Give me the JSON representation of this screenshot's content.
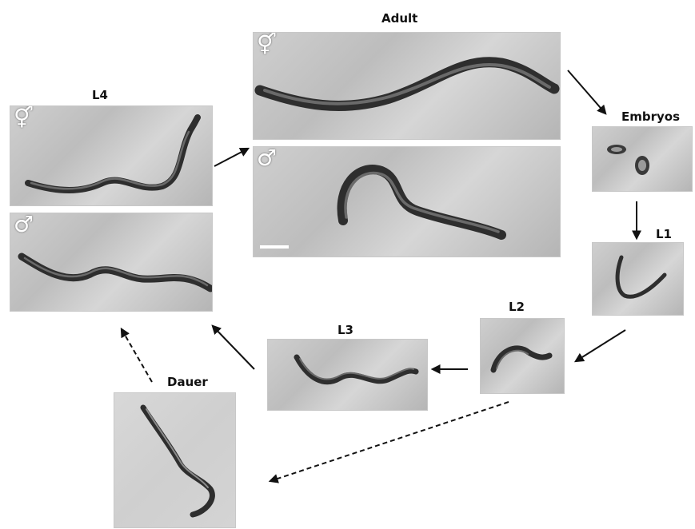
{
  "colors": {
    "arrow": "#111111",
    "worm_body": "#2e2e2e",
    "worm_gut": "#6a6a6a",
    "panel_bg": "#c4c4c4"
  },
  "labels": {
    "adult": "Adult",
    "l4": "L4",
    "embryos": "Embryos",
    "l1": "L1",
    "l2": "L2",
    "l3": "L3",
    "dauer": "Dauer"
  },
  "symbols": {
    "hermaphrodite": "⚥",
    "male": "♂"
  },
  "arrows": [
    {
      "from": "adult",
      "to": "embryos",
      "style": "solid"
    },
    {
      "from": "embryos",
      "to": "l1",
      "style": "solid"
    },
    {
      "from": "l1",
      "to": "l2",
      "style": "solid"
    },
    {
      "from": "l2",
      "to": "l3",
      "style": "solid"
    },
    {
      "from": "l3",
      "to": "l4",
      "style": "solid"
    },
    {
      "from": "l4",
      "to": "adult",
      "style": "solid"
    },
    {
      "from": "l2",
      "to": "dauer",
      "style": "dashed"
    },
    {
      "from": "dauer",
      "to": "l4",
      "style": "dashed"
    }
  ]
}
